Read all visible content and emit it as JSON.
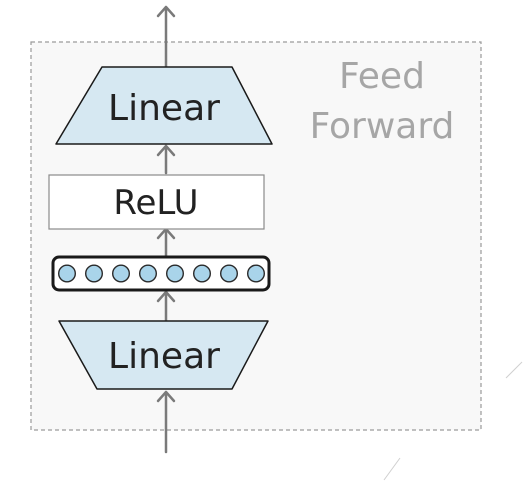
{
  "block": {
    "title_line1": "Feed",
    "title_line2": "Forward"
  },
  "layers": {
    "top_linear": "Linear",
    "relu": "ReLU",
    "bottom_linear": "Linear"
  },
  "hidden_units": {
    "count": 8
  },
  "colors": {
    "frame_border": "#9a9a9a",
    "frame_fill": "#f8f8f8",
    "trapezoid_fill": "#d6e8f2",
    "node_fill": "#a9d4ea",
    "arrow": "#7a7a7a",
    "title_text": "#a6a6a6",
    "label_text": "#222222",
    "outline": "#1a1a1a"
  },
  "icons": [
    "up-arrow-icon"
  ]
}
